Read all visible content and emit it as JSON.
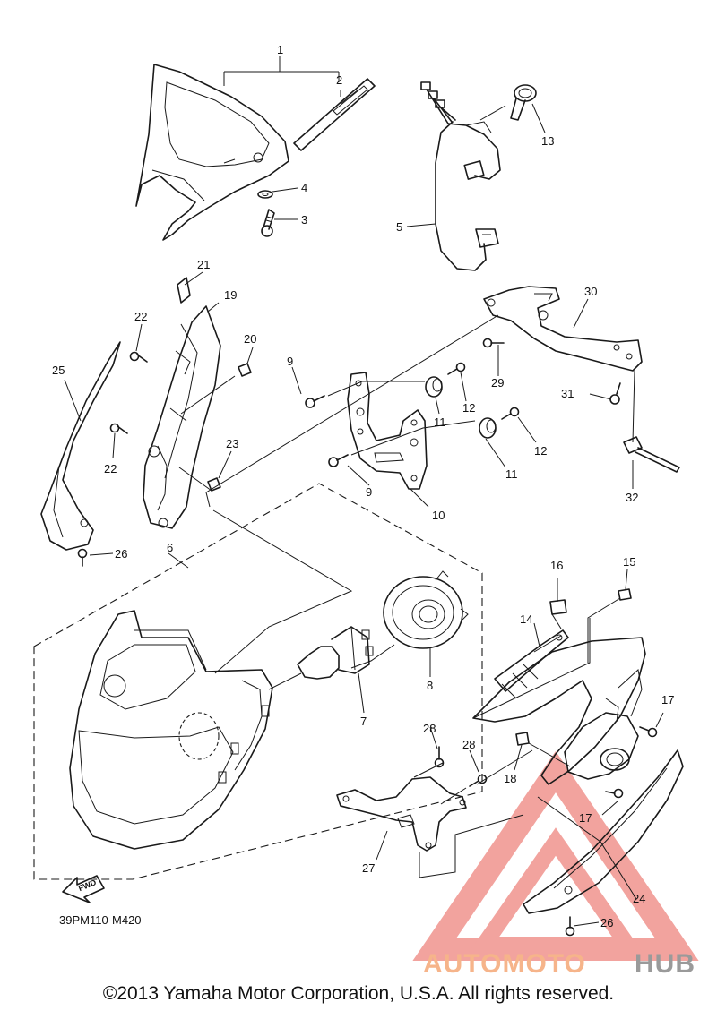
{
  "callouts": {
    "c1": "1",
    "c2": "2",
    "c3": "3",
    "c4": "4",
    "c5": "5",
    "c6": "6",
    "c7": "7",
    "c8": "8",
    "c9a": "9",
    "c9b": "9",
    "c10": "10",
    "c11a": "11",
    "c11b": "11",
    "c12a": "12",
    "c12b": "12",
    "c13": "13",
    "c14": "14",
    "c15": "15",
    "c16": "16",
    "c17a": "17",
    "c17b": "17",
    "c18": "18",
    "c19": "19",
    "c20": "20",
    "c21": "21",
    "c22a": "22",
    "c22b": "22",
    "c23": "23",
    "c24": "24",
    "c25": "25",
    "c26a": "26",
    "c26b": "26",
    "c27": "27",
    "c28a": "28",
    "c28b": "28",
    "c29": "29",
    "c30": "30",
    "c31": "31",
    "c32": "32"
  },
  "fwd_label": "FWD",
  "diagram_code": "39PM110-M420",
  "watermark": {
    "part1": "AUTOMOTO",
    "part2": "HUB",
    "color1": "#f6b48a",
    "color2": "#9a9a9a",
    "triangle_color": "#e8584f"
  },
  "copyright": "©2013 Yamaha Motor Corporation, U.S.A. All rights reserved."
}
